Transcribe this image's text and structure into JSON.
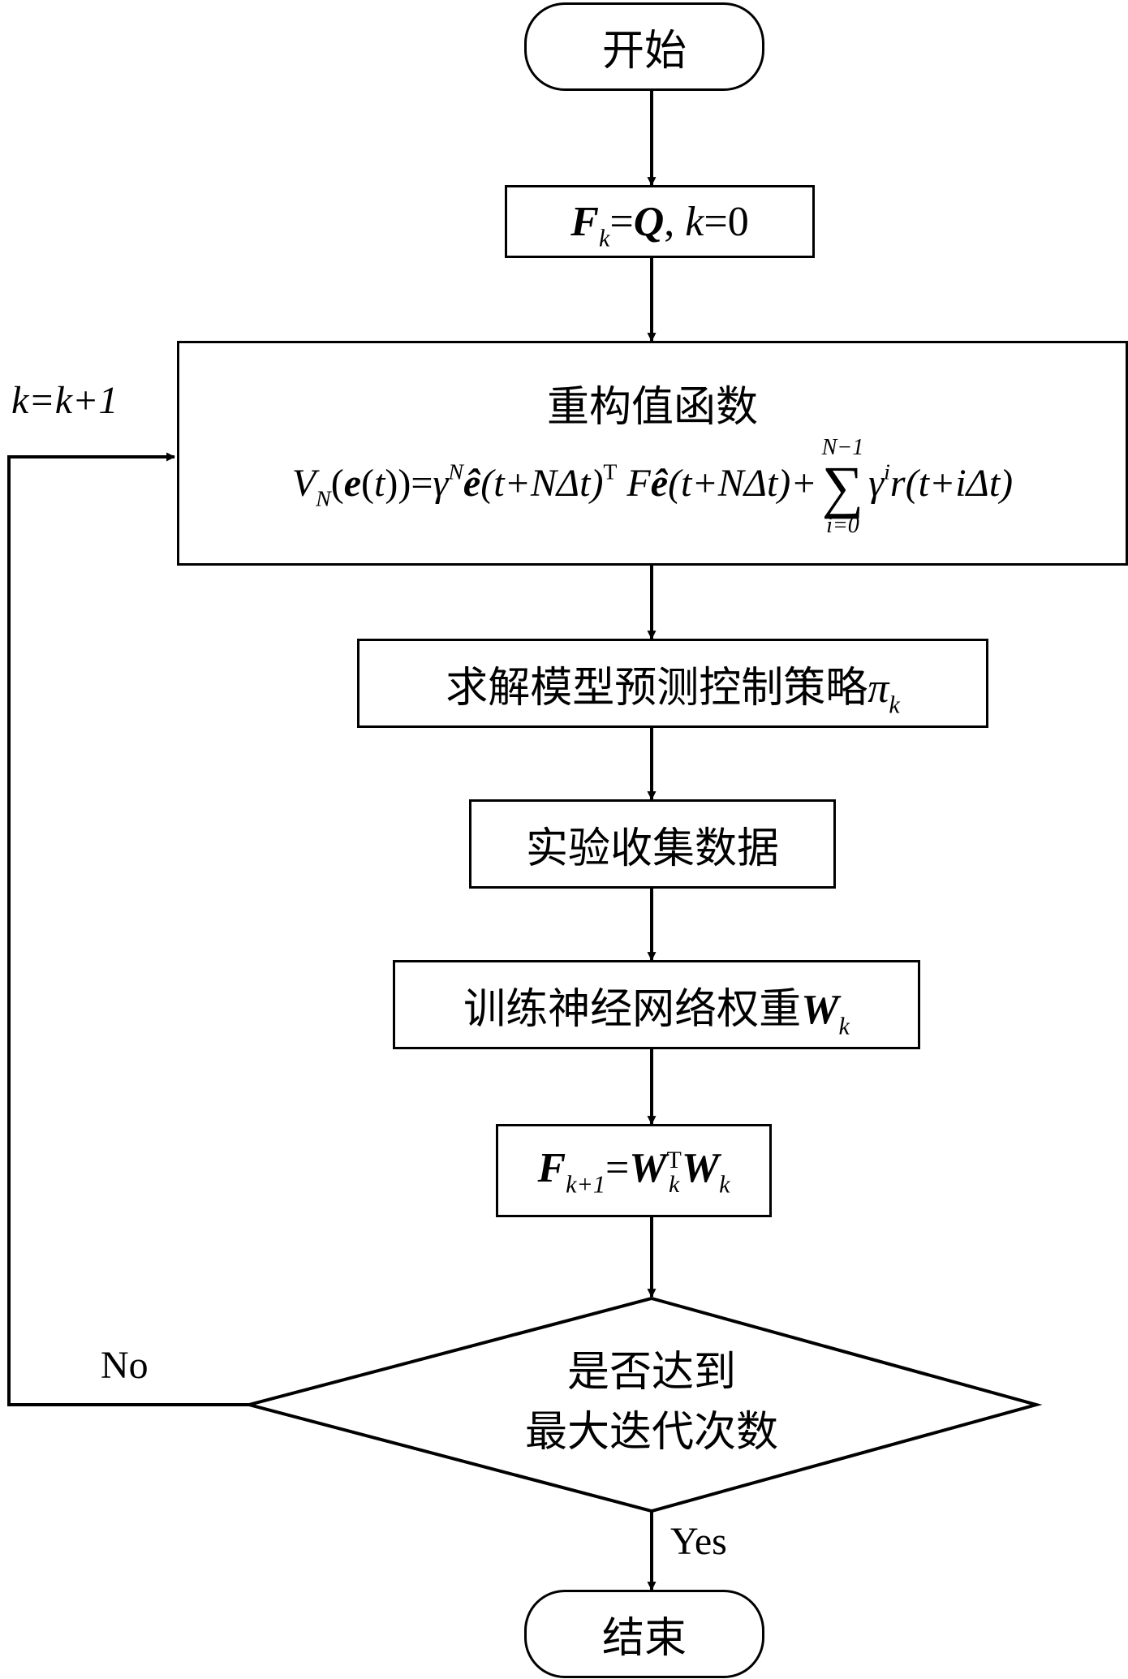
{
  "nodes": {
    "start": {
      "label": "开始"
    },
    "init": {
      "F": "F",
      "k_sub": "k",
      "eq": "=",
      "Q": "Q",
      "comma": ",",
      "k": "k",
      "eq2": "=",
      "zero": "0"
    },
    "reconstruct": {
      "title": "重构值函数",
      "formula": {
        "V": "V",
        "N_sub": "N",
        "lp1": "(",
        "e": "e",
        "lp2": "(",
        "t": "t",
        "rp2": "))",
        "eq": "=",
        "gamma": "γ",
        "N_sup": "N",
        "ehat": "ê",
        "arg1": "(t+NΔt)",
        "T_sup": "T",
        "F": "F",
        "ehat2": "ê",
        "arg2": "(t+NΔt)+",
        "sum_top": "N−1",
        "sum": "∑",
        "sum_bottom": "i=0",
        "gamma2": "γ",
        "i_sup": "i",
        "r": "r",
        "arg3": "(t+iΔt)"
      }
    },
    "solve": {
      "label": "求解模型预测控制策略",
      "pi": "π",
      "k_sub": "k"
    },
    "collect": {
      "label": "实验收集数据"
    },
    "train": {
      "label": "训练神经网络权重",
      "W": "W",
      "k_sub": "k"
    },
    "update": {
      "F": "F",
      "k1_sub": "k+1",
      "eq": "=",
      "W1": "W",
      "T_sup": "T",
      "k_sub1": "k",
      "W2": "W",
      "k_sub2": "k"
    },
    "decision": {
      "line1": "是否达到",
      "line2": "最大迭代次数"
    },
    "end": {
      "label": "结束"
    }
  },
  "edge_labels": {
    "loop": "k=k+1",
    "no": "No",
    "yes": "Yes"
  }
}
